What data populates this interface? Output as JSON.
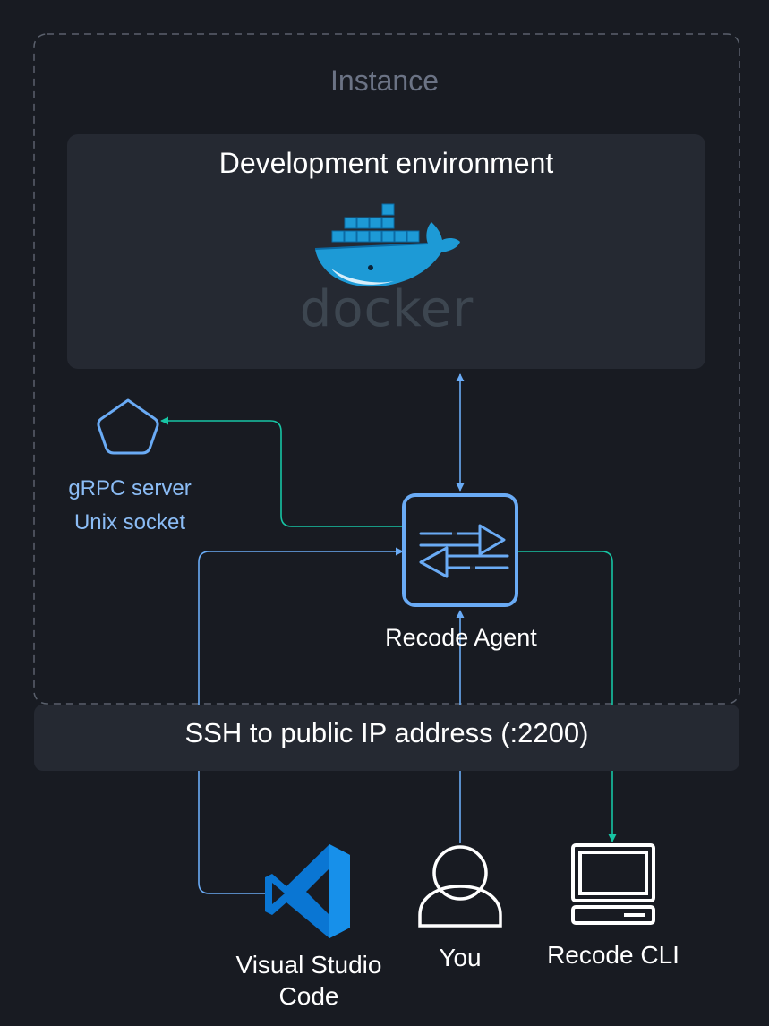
{
  "instance": {
    "title": "Instance"
  },
  "dev_env": {
    "title": "Development environment",
    "logo_text": "docker"
  },
  "grpc": {
    "line1": "gRPC server",
    "line2": "Unix socket"
  },
  "agent": {
    "label": "Recode Agent"
  },
  "ssh": {
    "label": "SSH to public IP address (:2200)"
  },
  "clients": {
    "vscode": {
      "line1": "Visual Studio",
      "line2": "Code"
    },
    "you": {
      "label": "You"
    },
    "cli": {
      "label": "Recode CLI"
    }
  },
  "colors": {
    "background": "#181b22",
    "panel": "#252932",
    "blue": "#6aabf5",
    "teal": "#17c5a4",
    "docker_blue": "#1d9ad6",
    "vscode_blue": "#0a76d3"
  }
}
